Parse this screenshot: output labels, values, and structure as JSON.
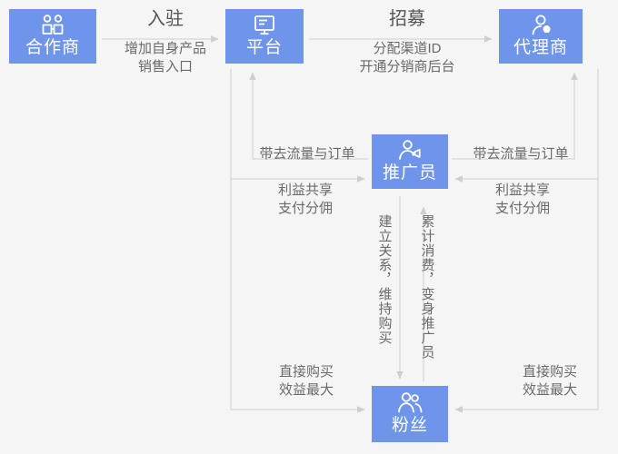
{
  "meta": {
    "title": "分销推广关系流程图",
    "colors": {
      "node_fill": "#6e95ea",
      "node_text": "#ffffff",
      "background": "#f5f5f5",
      "line": "#d9d9d9",
      "label_text": "#6a6a6a"
    }
  },
  "nodes": [
    {
      "id": "partner",
      "label": "合作商",
      "icon": "two-persons-icon"
    },
    {
      "id": "platform",
      "label": "平台",
      "icon": "monitor-icon"
    },
    {
      "id": "agent",
      "label": "代理商",
      "icon": "person-badge-icon"
    },
    {
      "id": "promoter",
      "label": "推广员",
      "icon": "person-megaphone-icon"
    },
    {
      "id": "fans",
      "label": "粉丝",
      "icon": "two-persons-icon"
    }
  ],
  "edges": {
    "partner_to_platform": {
      "title": "入驻",
      "detail": "增加自身产品\n销售入口"
    },
    "platform_to_agent": {
      "title": "招募",
      "detail": "分配渠道ID\n开通分销商后台"
    },
    "promoter_to_platform": {
      "detail": "带去流量与订单"
    },
    "platform_to_promoter": {
      "detail": "利益共享\n支付分佣"
    },
    "promoter_to_agent": {
      "detail": "带去流量与订单"
    },
    "agent_to_promoter": {
      "detail": "利益共享\n支付分佣"
    },
    "promoter_to_fans": {
      "detail": "建立关系，维持购买"
    },
    "fans_to_promoter": {
      "detail": "累计消费，变身推广员"
    },
    "platform_to_fans": {
      "detail": "直接购买\n效益最大"
    },
    "agent_to_fans": {
      "detail": "直接购买\n效益最大"
    }
  }
}
